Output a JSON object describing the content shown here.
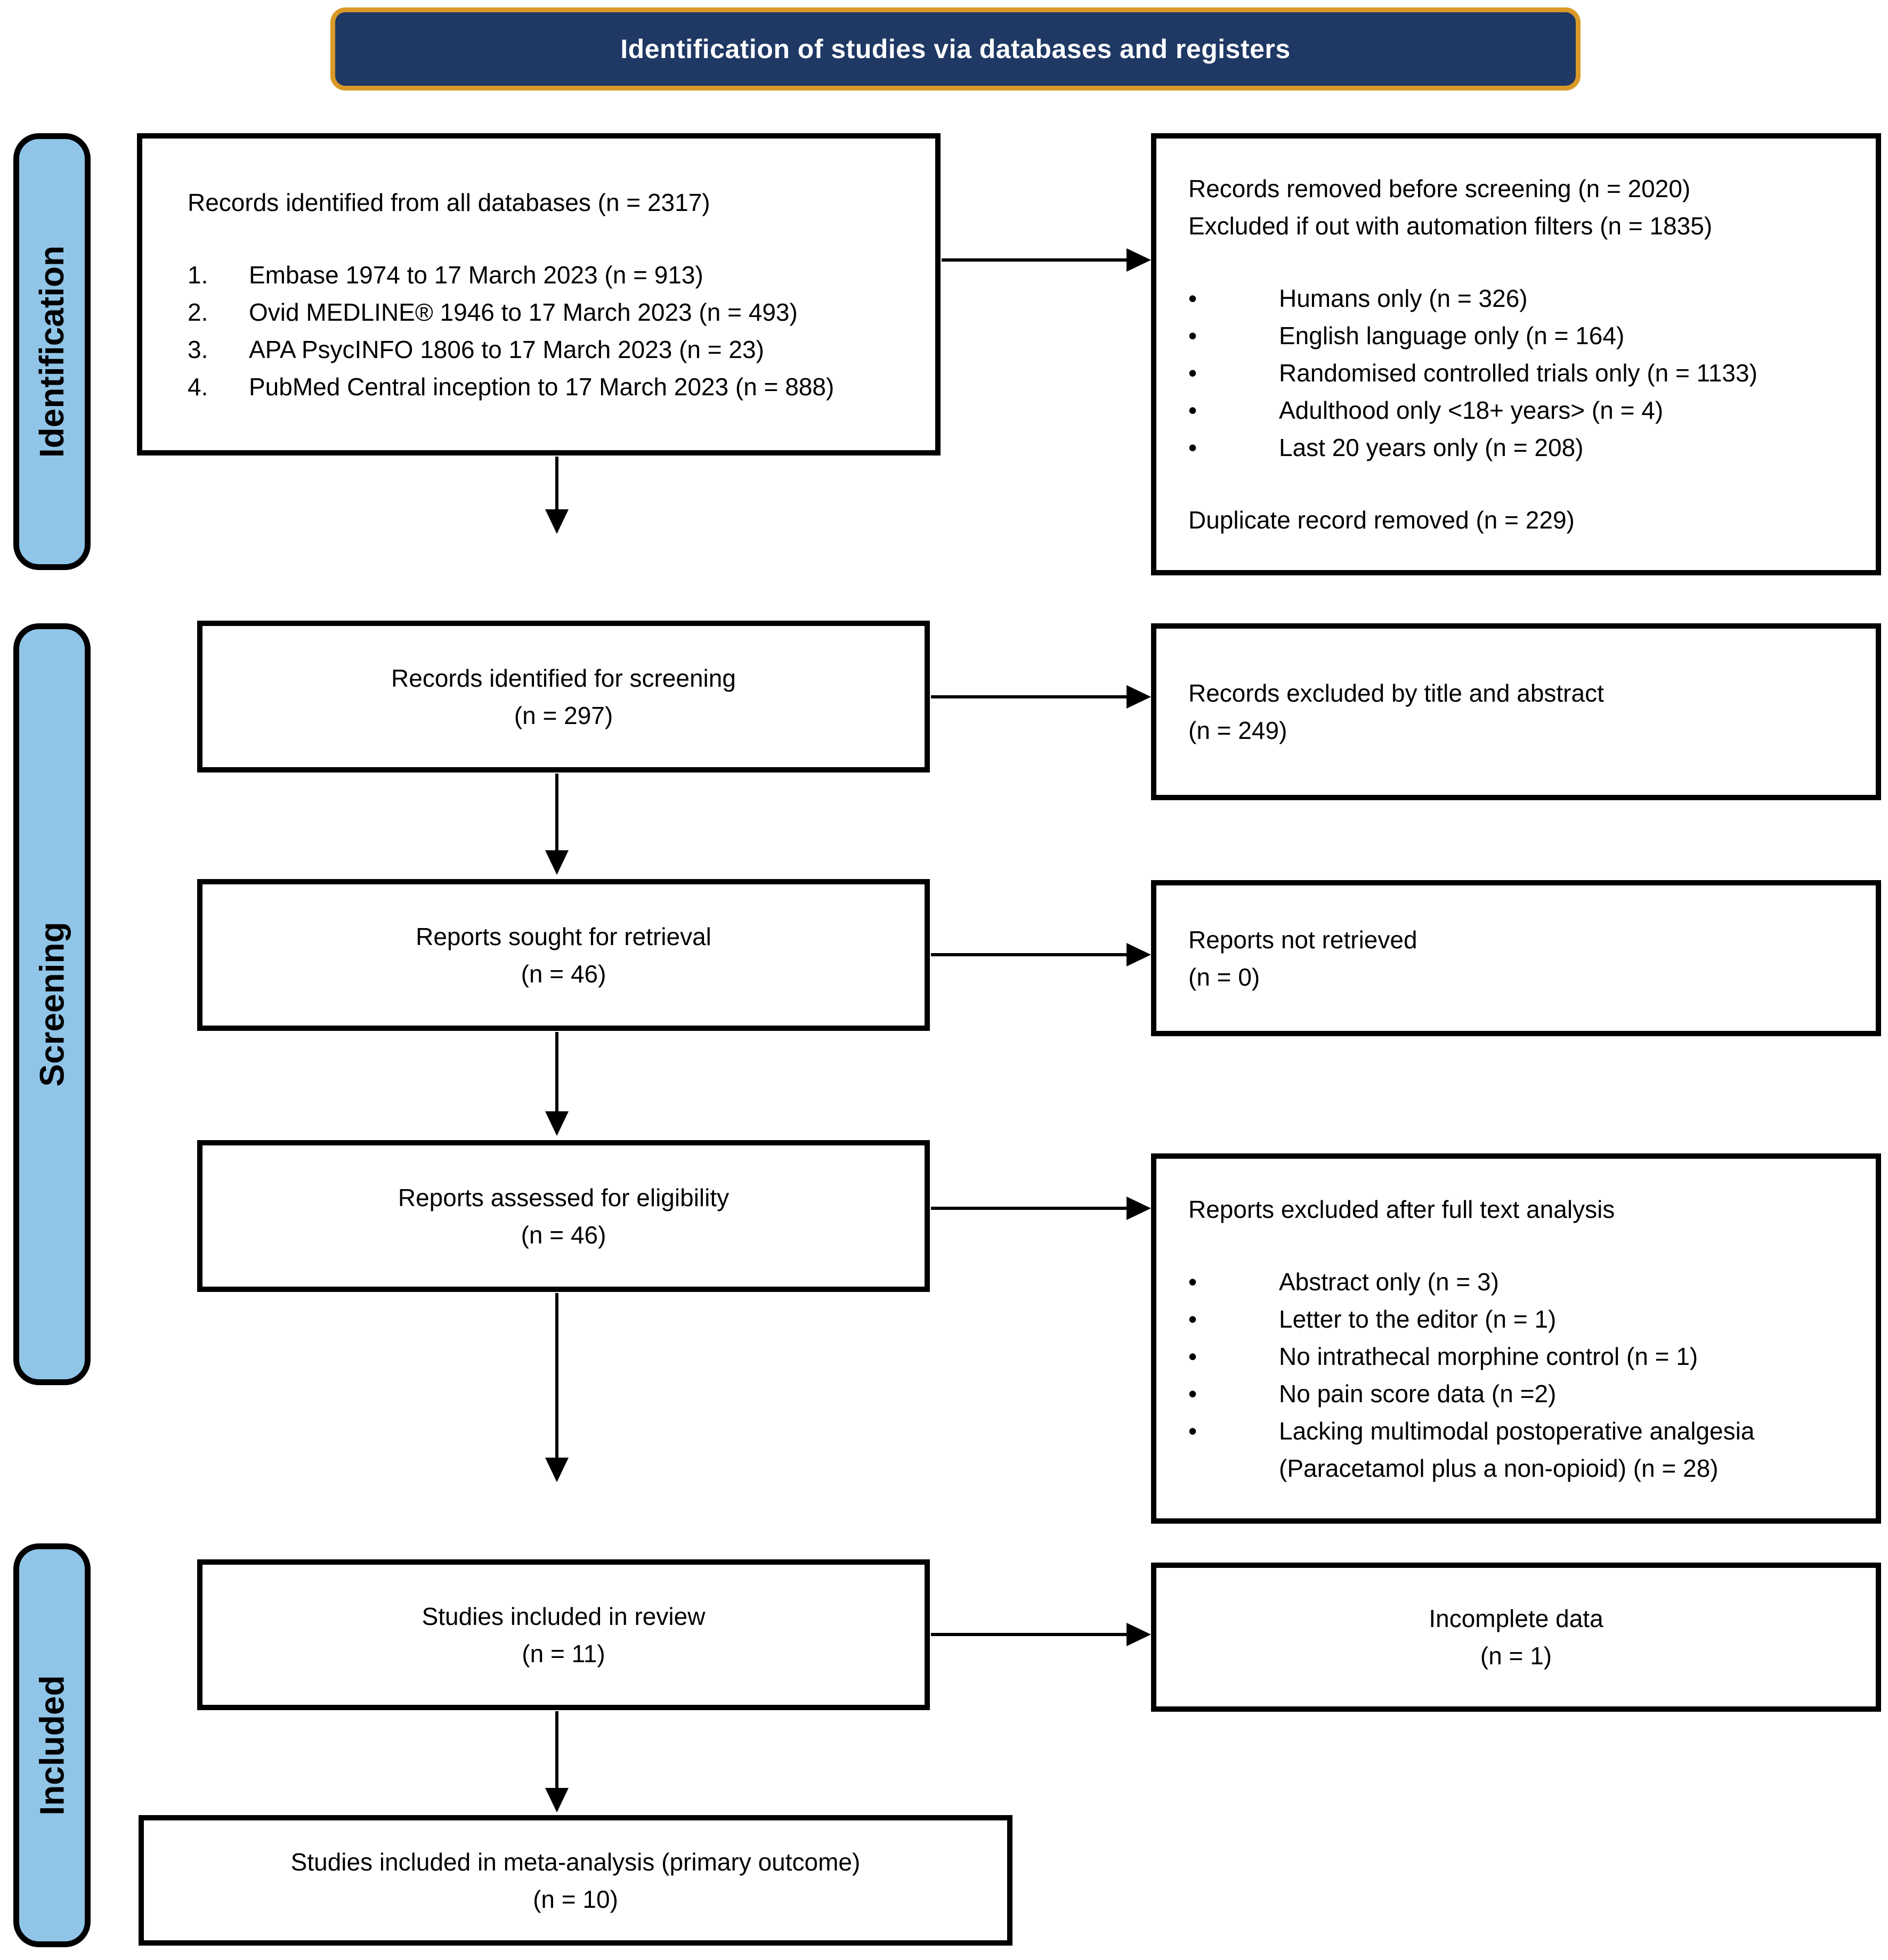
{
  "colors": {
    "navy": "#1F3864",
    "orange_border": "#D99A28",
    "stage_blue": "#90C5E8",
    "box_border": "#000000",
    "background": "#FFFFFF"
  },
  "banner": {
    "label": "Identification of studies via databases and registers"
  },
  "stages": {
    "identification": "Identification",
    "screening": "Screening",
    "included": "Included"
  },
  "identified": {
    "title": "Records identified from all databases (n = 2317)",
    "items": [
      {
        "num": "1.",
        "text": "Embase 1974 to 17 March 2023 (n = 913)"
      },
      {
        "num": "2.",
        "text": "Ovid MEDLINE® 1946 to 17 March 2023 (n = 493)"
      },
      {
        "num": "3.",
        "text": "APA PsycINFO 1806 to 17 March 2023 (n = 23)"
      },
      {
        "num": "4.",
        "text": "PubMed Central inception to 17 March 2023 (n = 888)"
      }
    ]
  },
  "removed": {
    "line1": "Records removed before screening (n = 2020)",
    "line2": "Excluded if out with automation filters (n = 1835)",
    "bullets": [
      "Humans only (n = 326)",
      "English language only (n = 164)",
      "Randomised controlled trials only (n = 1133)",
      "Adulthood only <18+ years> (n = 4)",
      "Last 20 years only (n = 208)"
    ],
    "footer": "Duplicate record removed (n = 229)"
  },
  "screening1": {
    "line1": "Records identified for screening",
    "line2": "(n = 297)"
  },
  "excluded_title_abstract": {
    "line1": "Records excluded by title and abstract",
    "line2": "(n = 249)"
  },
  "sought": {
    "line1": "Reports sought for retrieval",
    "line2": "(n = 46)"
  },
  "not_retrieved": {
    "line1": "Reports not retrieved",
    "line2": "(n = 0)"
  },
  "assessed": {
    "line1": "Reports assessed for eligibility",
    "line2": "(n = 46)"
  },
  "fulltext": {
    "title": "Reports excluded after full text analysis",
    "bullets": [
      "Abstract only (n = 3)",
      "Letter to the editor (n = 1)",
      "No intrathecal morphine control (n = 1)",
      "No pain score data (n =2)",
      "Lacking multimodal postoperative analgesia (Paracetamol plus a non-opioid) (n = 28)"
    ]
  },
  "included_review": {
    "line1": "Studies included in review",
    "line2": "(n = 11)"
  },
  "incomplete": {
    "line1": "Incomplete data",
    "line2": "(n = 1)"
  },
  "meta": {
    "line1": "Studies included in meta-analysis (primary outcome)",
    "line2": "(n = 10)"
  }
}
